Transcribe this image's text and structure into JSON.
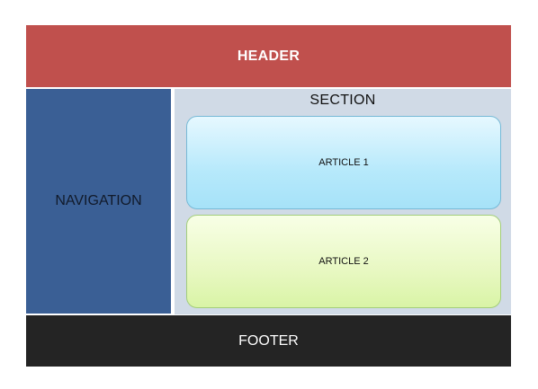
{
  "header": {
    "label": "HEADER"
  },
  "navigation": {
    "label": "NAVIGATION"
  },
  "section": {
    "title": "SECTION",
    "articles": [
      {
        "label": "ARTICLE 1"
      },
      {
        "label": "ARTICLE 2"
      }
    ]
  },
  "footer": {
    "label": "FOOTER"
  },
  "colors": {
    "header": "#c0504d",
    "navigation": "#3a5f95",
    "section": "#d0dae6",
    "article_1": "#b6e9fb",
    "article_2": "#e8f8c2",
    "footer": "#242424"
  }
}
